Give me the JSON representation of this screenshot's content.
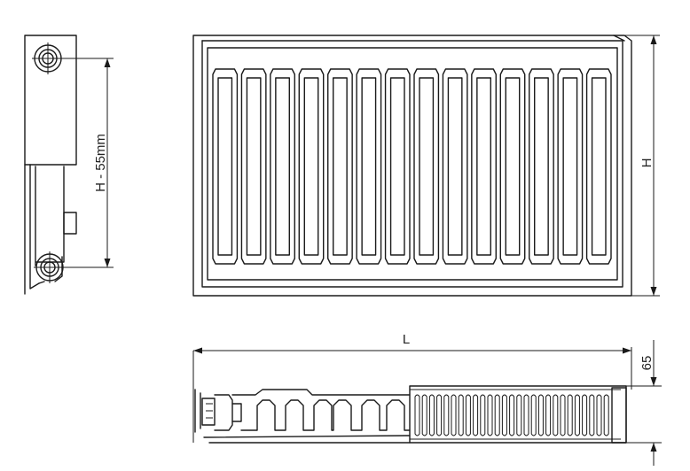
{
  "dimensions": {
    "side_height_label": "H - 55mm",
    "front_height_label": "H",
    "length_label": "L",
    "depth_label": "65"
  },
  "front_view": {
    "panel_count": 14
  }
}
